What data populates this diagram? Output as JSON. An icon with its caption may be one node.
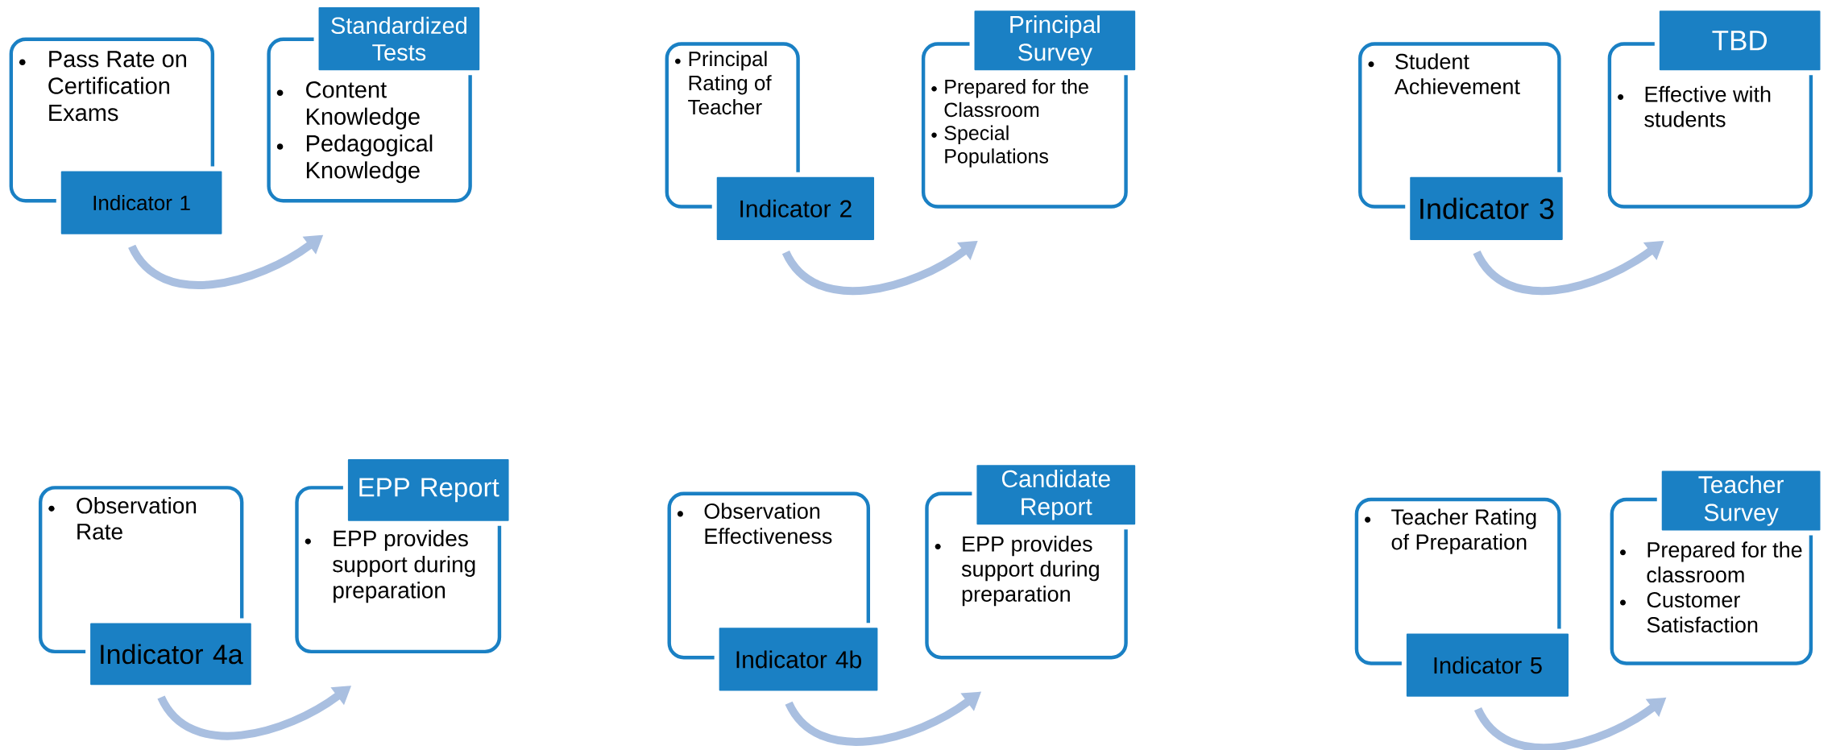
{
  "diagram": {
    "nodes": [
      {
        "text": [
          "Pass Rate on Certification Exams"
        ]
      },
      {
        "text": [
          "Indicator 1"
        ]
      },
      {
        "text": [
          "Standardized Tests"
        ]
      },
      {
        "text": [
          "Content Knowledge",
          "Pedagogical Knowledge"
        ]
      },
      {
        "text": [
          "Principal Rating of Teacher"
        ]
      },
      {
        "text": [
          "Indicator 2"
        ]
      },
      {
        "text": [
          "Principal Survey"
        ]
      },
      {
        "text": [
          "Prepared for the Classroom",
          "Special Populations"
        ]
      },
      {
        "text": [
          "Student Achievement"
        ]
      },
      {
        "text": [
          "Indicator 3"
        ]
      },
      {
        "text": [
          "TBD"
        ]
      },
      {
        "text": [
          "Effective with students"
        ]
      },
      {
        "text": [
          "Observation Rate"
        ]
      },
      {
        "text": [
          "Indicator 4a"
        ]
      },
      {
        "text": [
          "EPP Report"
        ]
      },
      {
        "text": [
          "EPP provides support during preparation"
        ]
      },
      {
        "text": [
          "Observation Effectiveness"
        ]
      },
      {
        "text": [
          "Indicator 4b"
        ]
      },
      {
        "text": [
          "Candidate Report"
        ]
      },
      {
        "text": [
          "EPP provides support during preparation"
        ]
      },
      {
        "text": [
          "Teacher Rating of Preparation"
        ]
      },
      {
        "text": [
          "Indicator 5"
        ]
      },
      {
        "text": [
          "Teacher Survey"
        ]
      },
      {
        "text": [
          "Prepared for the classroom",
          "Customer Satisfaction"
        ]
      }
    ],
    "edges": [
      {
        "from": 1,
        "to": 3,
        "arrow": "to"
      },
      {
        "from": 5,
        "to": 7,
        "arrow": "to"
      },
      {
        "from": 9,
        "to": 11,
        "arrow": "to"
      },
      {
        "from": 13,
        "to": 15,
        "arrow": "to"
      },
      {
        "from": 17,
        "to": 19,
        "arrow": "to"
      },
      {
        "from": 21,
        "to": 23,
        "arrow": "to"
      }
    ]
  }
}
